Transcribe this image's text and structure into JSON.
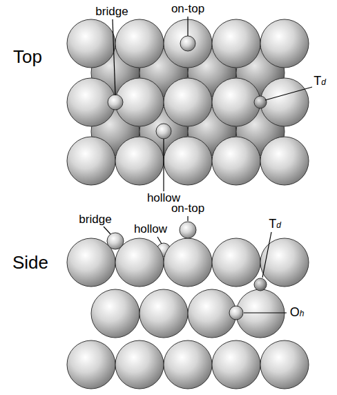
{
  "diagram": {
    "labels": [
      "bridge",
      "on-top",
      "Top",
      "Td",
      "hollow",
      "on-top",
      "bridge",
      "hollow",
      "Side",
      "Td",
      "Oh"
    ]
  }
}
